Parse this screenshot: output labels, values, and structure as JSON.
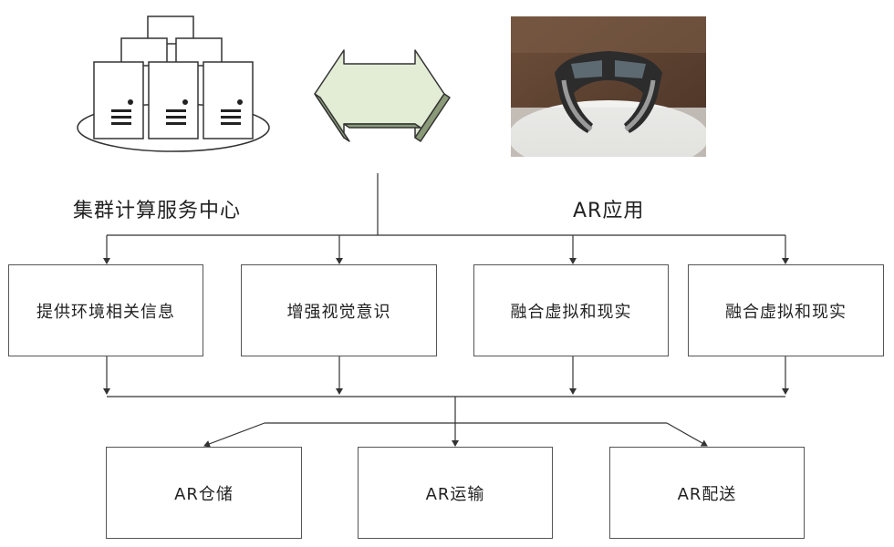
{
  "top": {
    "cluster_label": "集群计算服务中心",
    "ar_label": "AR应用",
    "server_icon": "server-cluster-icon",
    "exchange_icon": "double-arrow-icon",
    "glasses_icon": "ar-glasses-photo"
  },
  "functions": [
    {
      "label": "提供环境相关信息"
    },
    {
      "label": "增强视觉意识"
    },
    {
      "label": "融合虚拟和现实"
    },
    {
      "label": "融合虚拟和现实"
    }
  ],
  "applications": [
    {
      "label": "AR仓储"
    },
    {
      "label": "AR运输"
    },
    {
      "label": "AR配送"
    }
  ],
  "colors": {
    "line": "#333333",
    "arrow_fill": "#dfe8d0",
    "box_border": "#555555"
  }
}
